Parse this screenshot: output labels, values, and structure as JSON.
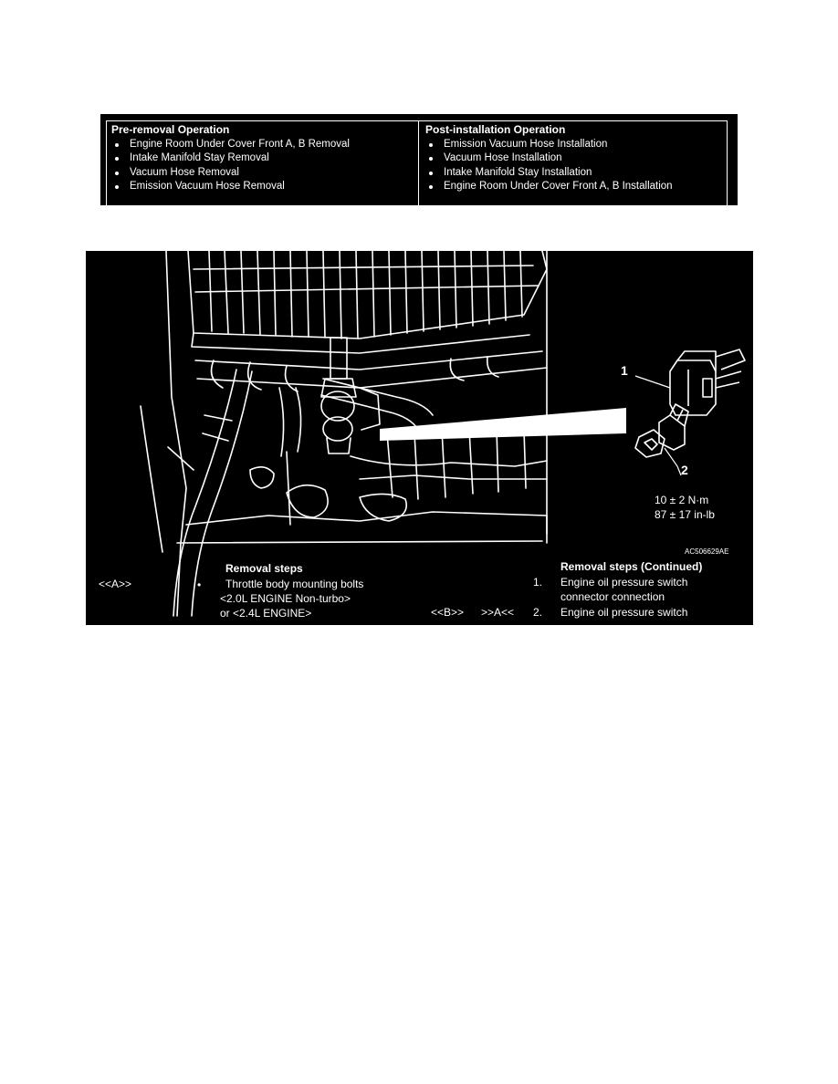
{
  "operations": {
    "pre_removal": {
      "title": "Pre-removal Operation",
      "items": [
        "Engine Room Under Cover Front A, B Removal",
        "Intake Manifold Stay Removal",
        "Vacuum Hose Removal",
        "Emission Vacuum Hose Removal"
      ]
    },
    "post_installation": {
      "title": "Post-installation Operation",
      "items": [
        "Emission Vacuum Hose Installation",
        "Vacuum Hose Installation",
        "Intake Manifold Stay Installation",
        "Engine Room Under Cover Front A, B Installation"
      ]
    }
  },
  "figure": {
    "callout_1": "1",
    "callout_2": "2",
    "torque_nm": "10 ± 2 N·m",
    "torque_inlb": "87 ± 17 in-lb",
    "figure_code": "AC506629AE",
    "removal_steps": {
      "title": "Removal steps",
      "ref": "<<A>>",
      "bullet": "•",
      "line1": "Throttle body mounting bolts",
      "line2": "<2.0L ENGINE Non-turbo>",
      "line3": "or  <2.4L ENGINE>"
    },
    "removal_steps_continued": {
      "title": "Removal steps (Continued)",
      "step1_num": "1.",
      "step1_line1": "Engine oil pressure switch",
      "step1_line2": "connector connection",
      "step2_ref_b": "<<B>>",
      "step2_ref_a": ">>A<<",
      "step2_num": "2.",
      "step2_text": "Engine oil pressure switch"
    }
  }
}
